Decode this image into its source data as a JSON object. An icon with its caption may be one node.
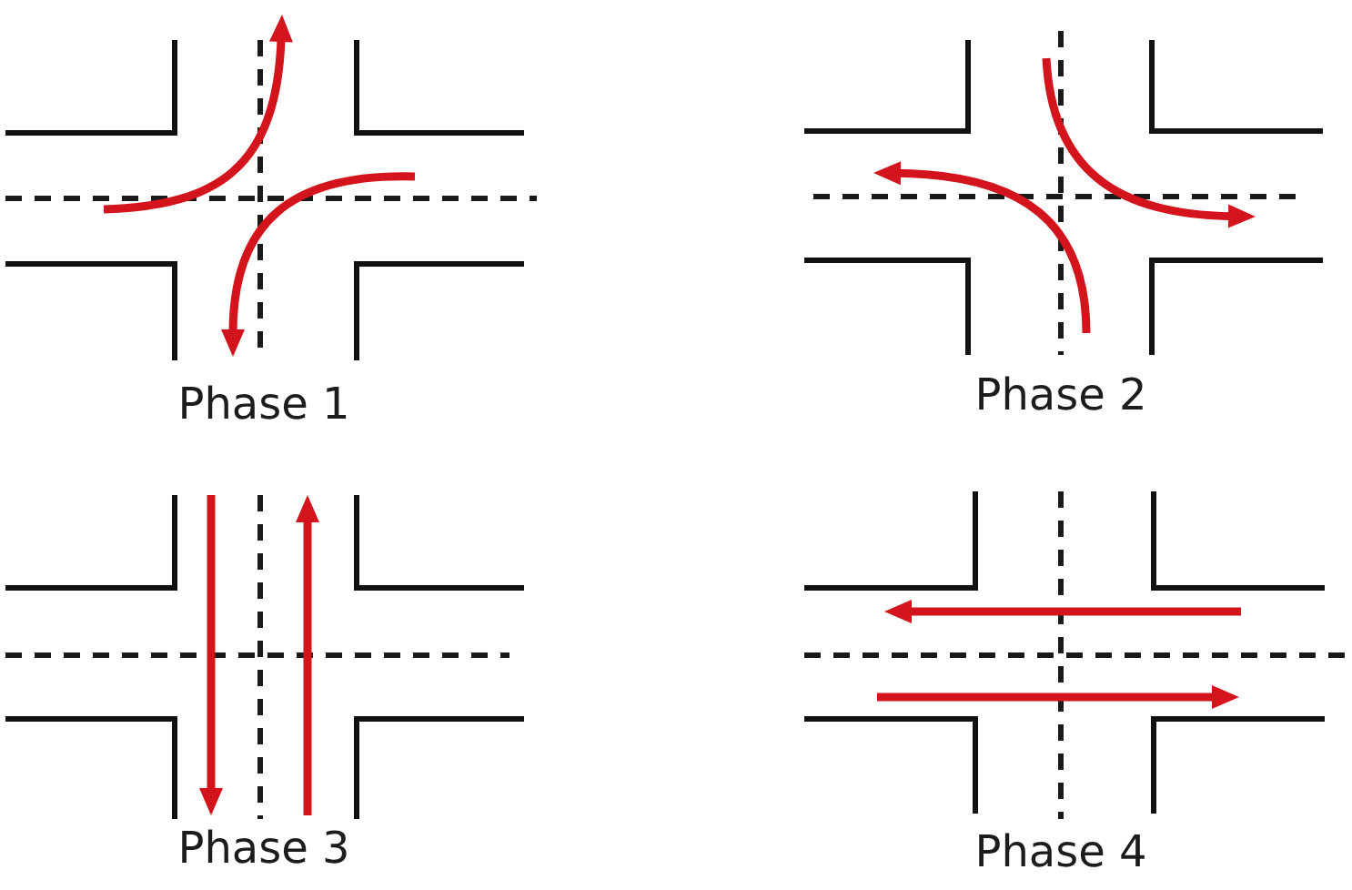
{
  "diagram": {
    "labels": [
      "Phase 1",
      "Phase 2",
      "Phase 3",
      "Phase 4"
    ]
  }
}
